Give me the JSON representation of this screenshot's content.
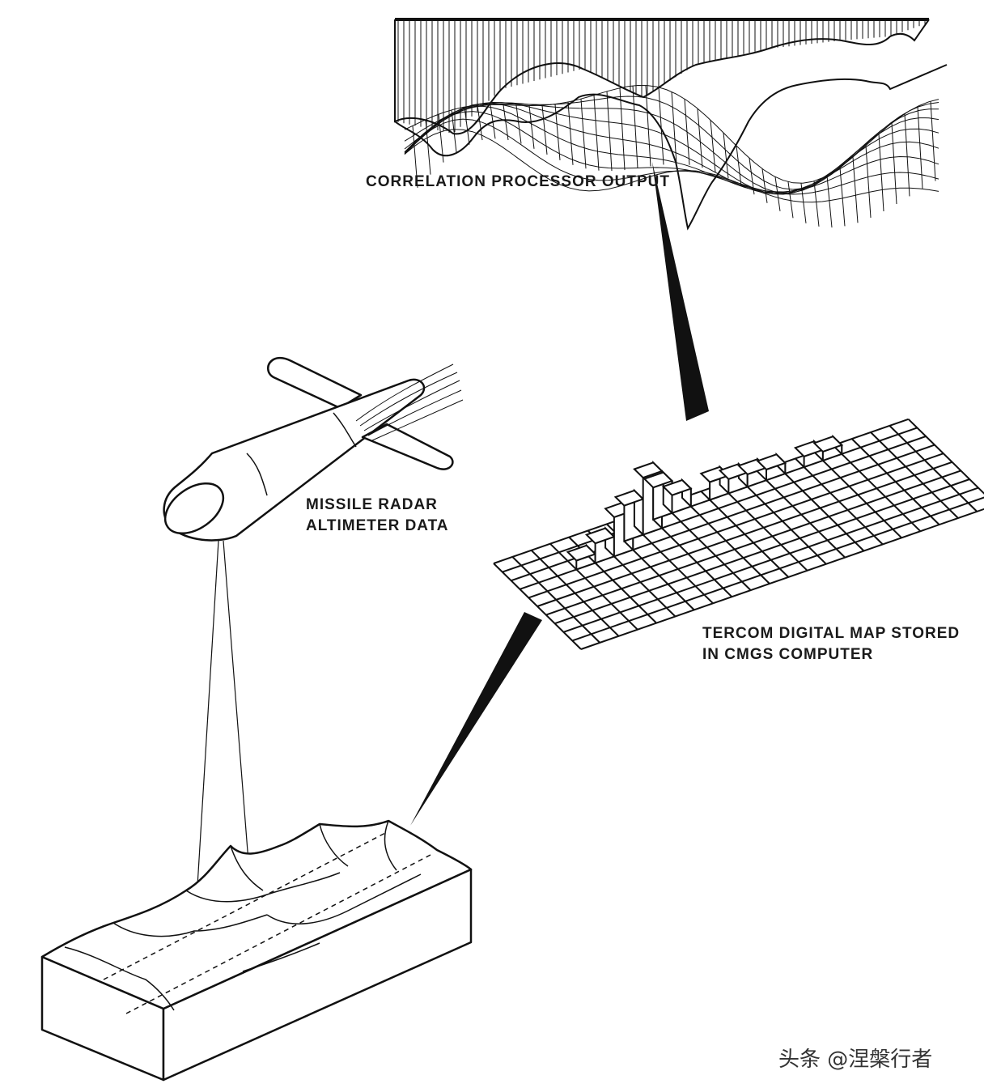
{
  "labels": {
    "correlation": "CORRELATION PROCESSOR OUTPUT",
    "missile_line1": "MISSILE RADAR",
    "missile_line2": "ALTIMETER DATA",
    "tercom_line1": "TERCOM DIGITAL MAP STORED",
    "tercom_line2": "IN CMGS COMPUTER"
  },
  "watermark": "头条 @涅槃行者",
  "colors": {
    "ink": "#111111",
    "paper": "#ffffff"
  }
}
